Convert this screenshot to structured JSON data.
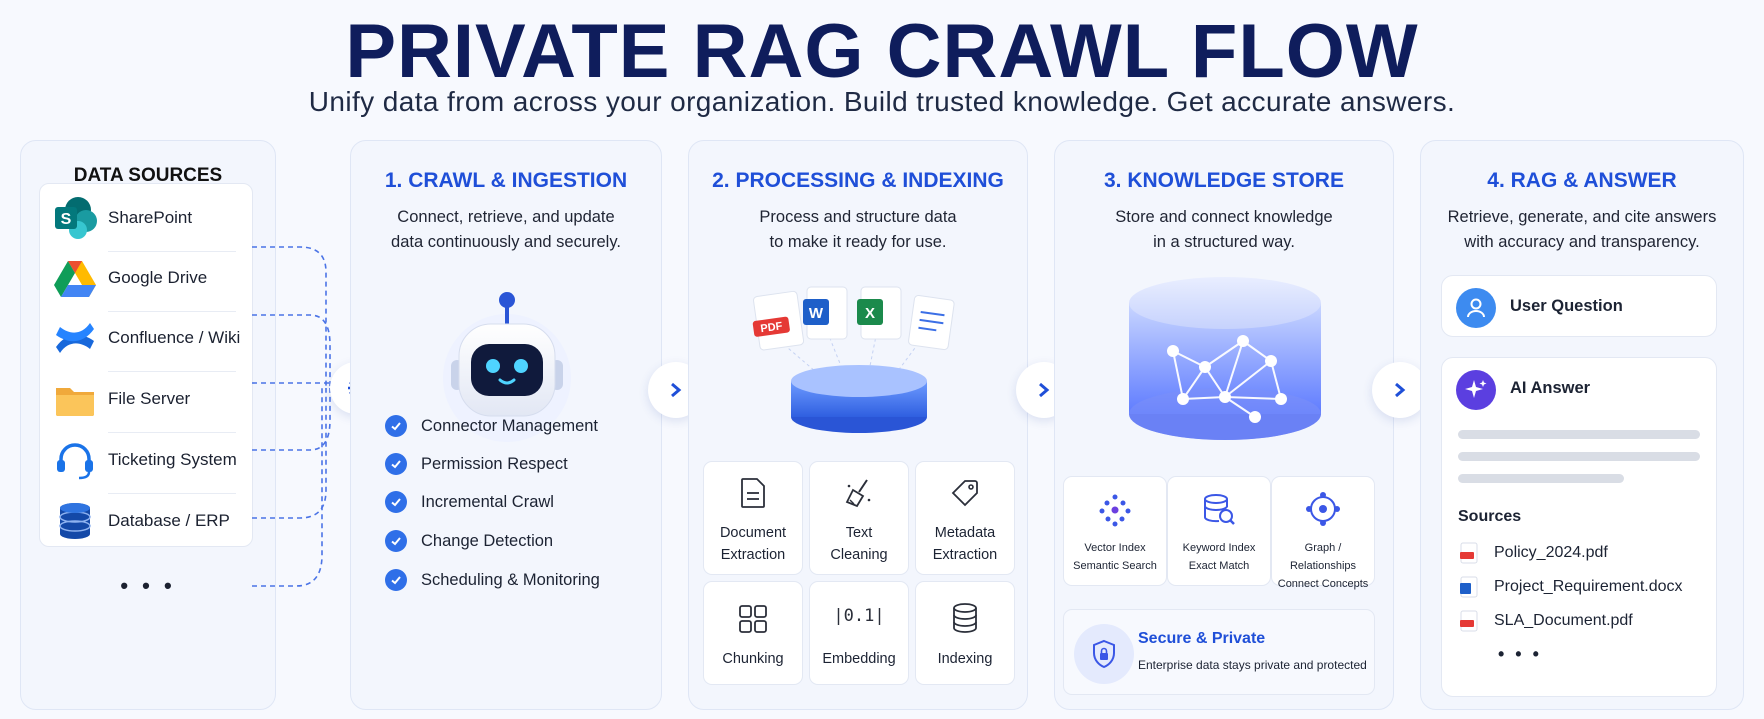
{
  "header": {
    "title": "PRIVATE RAG CRAWL FLOW",
    "subtitle": "Unify data from across your organization. Build trusted knowledge. Get accurate answers."
  },
  "sources": {
    "title": "DATA SOURCES",
    "items": [
      {
        "label": "SharePoint",
        "icon": "sharepoint-icon"
      },
      {
        "label": "Google Drive",
        "icon": "google-drive-icon"
      },
      {
        "label": "Confluence / Wiki",
        "icon": "confluence-icon"
      },
      {
        "label": "File Server",
        "icon": "folder-icon"
      },
      {
        "label": "Ticketing System",
        "icon": "headset-icon"
      },
      {
        "label": "Database / ERP",
        "icon": "database-icon"
      }
    ],
    "more": "• • •"
  },
  "crawl": {
    "title": "1. CRAWL & INGESTION",
    "desc1": "Connect, retrieve, and update",
    "desc2": "data continuously and securely.",
    "checks": [
      "Connector Management",
      "Permission Respect",
      "Incremental Crawl",
      "Change Detection",
      "Scheduling & Monitoring"
    ]
  },
  "processing": {
    "title": "2. PROCESSING & INDEXING",
    "desc1": "Process and structure data",
    "desc2": "to make it ready for use.",
    "pdf_tag": "PDF",
    "word_tag": "W",
    "excel_tag": "X",
    "tiles": [
      {
        "l1": "Document",
        "l2": "Extraction",
        "icon": "document-icon"
      },
      {
        "l1": "Text",
        "l2": "Cleaning",
        "icon": "broom-icon"
      },
      {
        "l1": "Metadata",
        "l2": "Extraction",
        "icon": "tag-icon"
      },
      {
        "l1": "Chunking",
        "l2": "",
        "icon": "grid-icon"
      },
      {
        "l1": "Embedding",
        "l2": "",
        "icon": "vector-icon"
      },
      {
        "l1": "Indexing",
        "l2": "",
        "icon": "database-icon"
      }
    ],
    "embed_glyph": "|0.1|"
  },
  "knowledge": {
    "title": "3. KNOWLEDGE STORE",
    "desc1": "Store and connect knowledge",
    "desc2": "in a structured way.",
    "tiles": [
      {
        "l1": "Vector Index",
        "l2": "Semantic Search",
        "icon": "vector-dots-icon"
      },
      {
        "l1": "Keyword Index",
        "l2": "Exact Match",
        "icon": "keyword-db-icon"
      },
      {
        "l1": "Graph / Relationships",
        "l2": "Connect Concepts",
        "icon": "graph-icon"
      }
    ],
    "secure_title": "Secure & Private",
    "secure_desc": "Enterprise data stays private and protected"
  },
  "rag": {
    "title": "4. RAG & ANSWER",
    "desc1": "Retrieve, generate, and cite answers",
    "desc2": "with accuracy and transparency.",
    "question_label": "User Question",
    "answer_label": "AI Answer",
    "sources_label": "Sources",
    "files": [
      {
        "name": "Policy_2024.pdf",
        "type": "pdf"
      },
      {
        "name": "Project_Requirement.docx",
        "type": "docx"
      },
      {
        "name": "SLA_Document.pdf",
        "type": "pdf"
      }
    ],
    "more": "• • •"
  },
  "colors": {
    "accent": "#1f4fd8",
    "title": "#0f1d5c",
    "check": "#2f6fe8"
  }
}
